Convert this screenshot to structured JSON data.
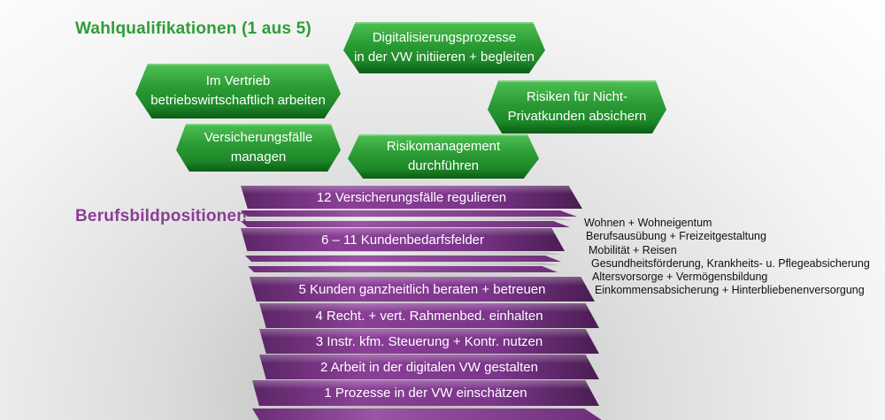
{
  "headings": {
    "elective": "Wahlqualifikationen (1 aus 5)",
    "core": "Berufsbildpositionen"
  },
  "electives": [
    {
      "line1": "Digitalisierungsprozesse",
      "line2": "in der VW initiieren + begleiten"
    },
    {
      "line1": "Im Vertrieb",
      "line2": "betriebswirtschaftlich arbeiten"
    },
    {
      "line1": "Risiken für Nicht-",
      "line2": "Privatkunden absichern"
    },
    {
      "line1": "Versicherungsfälle",
      "line2": "managen"
    },
    {
      "line1": "Risikomanagement",
      "line2": "durchführen"
    }
  ],
  "positions": [
    "12 Versicherungsfälle regulieren",
    "6 – 11 Kundenbedarfsfelder",
    "5 Kunden ganzheitlich beraten + betreuen",
    "4 Recht. + vert. Rahmenbed. einhalten",
    "3 Instr. kfm. Steuerung + Kontr. nutzen",
    "2 Arbeit in der digitalen VW gestalten",
    "1 Prozesse in der VW einschätzen"
  ],
  "need_fields": [
    "Wohnen + Wohneigentum",
    "Berufsausübung + Freizeitgestaltung",
    "Mobilität + Reisen",
    "Gesundheitsförderung, Krankheits- u. Pflegeabsicherung",
    "Altersvorsorge + Vermögensbildung",
    "Einkommensabsicherung + Hinterbliebenenversorgung"
  ],
  "colors": {
    "green": "#2e9e36",
    "purple": "#8a3f93"
  }
}
